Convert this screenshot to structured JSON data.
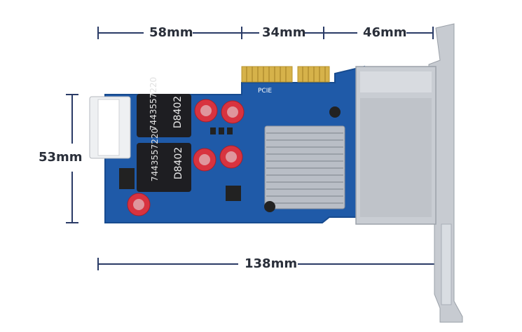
{
  "dimensions": {
    "top_a": "58mm",
    "top_b": "34mm",
    "top_c": "46mm",
    "height": "53mm",
    "total": "138mm"
  },
  "board_text": {
    "transformer_1_part": "7443557220",
    "transformer_1_code": "D8402",
    "transformer_2_part": "7443557220",
    "transformer_2_code": "D8402",
    "pcie_label": "PCIE"
  },
  "colors": {
    "pcb": "#1f5aa8",
    "pcb_dark": "#174b8f",
    "gold": "#d6b24a",
    "heatsink": "#b9bec6",
    "bracket": "#c7cbd1",
    "measure": "#2a3b66"
  }
}
